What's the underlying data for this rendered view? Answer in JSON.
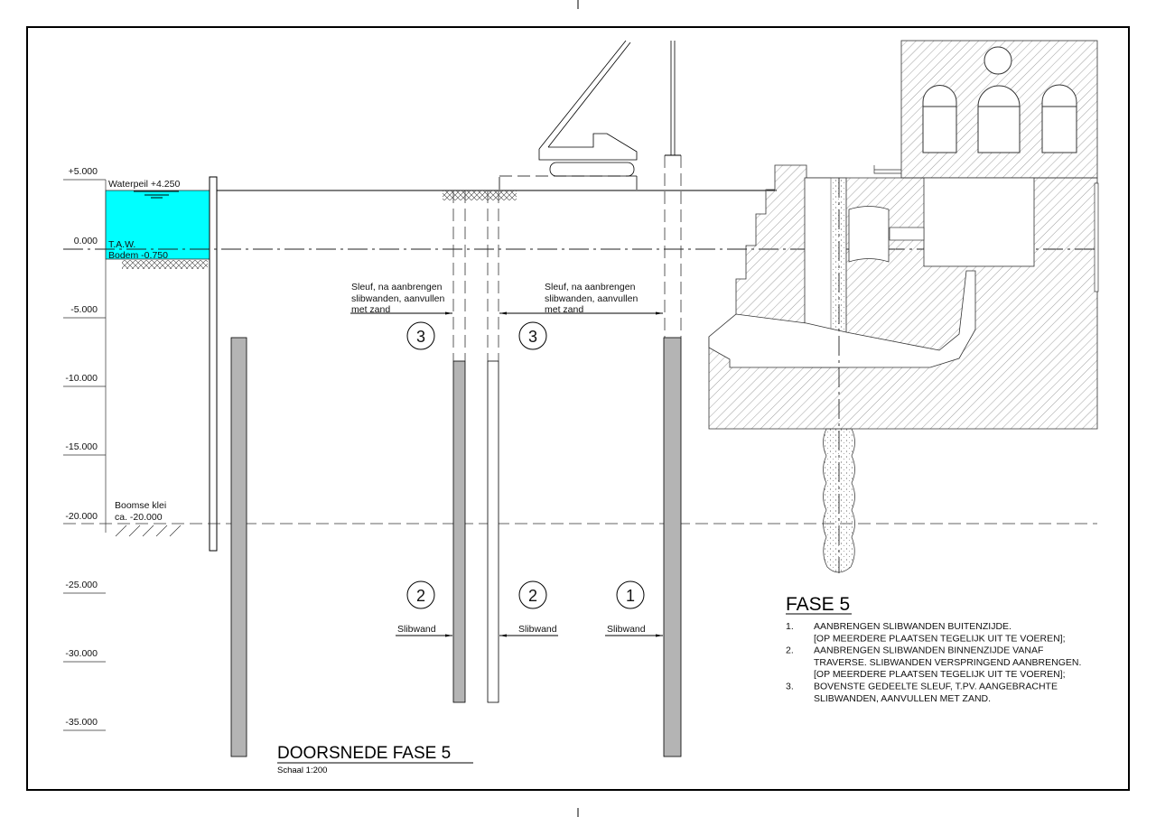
{
  "levels": {
    "p5": "+5.000",
    "z0": "0.000",
    "m5": "-5.000",
    "m10": "-10.000",
    "m15": "-15.000",
    "m20": "-20.000",
    "m25": "-25.000",
    "m30": "-30.000",
    "m35": "-35.000"
  },
  "water": {
    "waterpeil": "Waterpeil +4.250",
    "taw": "T.A.W.",
    "bodem": "Bodem -0.750",
    "color": "#00ffff"
  },
  "soil": {
    "line1": "Boomse klei",
    "line2": "ca. -20.000"
  },
  "sleuf": {
    "line1": "Sleuf, na aanbrengen",
    "line2": "slibwanden, aanvullen",
    "line3": "met zand"
  },
  "markers": {
    "three": "3",
    "two": "2",
    "one": "1"
  },
  "slibwand_label": "Slibwand",
  "wall_fill": "#b4b4b4",
  "notes": {
    "title": "FASE 5",
    "items": [
      {
        "num": "1.",
        "lines": [
          "AANBRENGEN SLIBWANDEN BUITENZIJDE.",
          "[OP MEERDERE PLAATSEN TEGELIJK UIT TE VOEREN];"
        ]
      },
      {
        "num": "2.",
        "lines": [
          "AANBRENGEN SLIBWANDEN BINNENZIJDE VANAF",
          "TRAVERSE. SLIBWANDEN VERSPRINGEND AANBRENGEN.",
          "[OP MEERDERE PLAATSEN TEGELIJK UIT TE VOEREN];"
        ]
      },
      {
        "num": "3.",
        "lines": [
          "BOVENSTE GEDEELTE SLEUF, T.PV. AANGEBRACHTE",
          "SLIBWANDEN, AANVULLEN MET ZAND."
        ]
      }
    ]
  },
  "title": {
    "main": "DOORSNEDE FASE 5",
    "scale": "Schaal 1:200"
  }
}
